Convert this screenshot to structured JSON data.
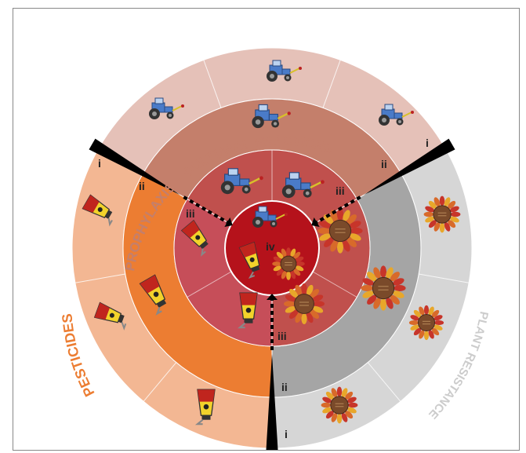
{
  "titles": {
    "prophylaxis": "PROPHYLAXIS – CULTURAL PRACTICES",
    "pesticides": "PESTICIDES",
    "plant_resistance": "PLANT RESISTANCE"
  },
  "levels": {
    "i": "i",
    "ii": "ii",
    "iii": "iii",
    "iv": "iv"
  },
  "colors": {
    "prophylaxis_i": "#e5c1b8",
    "prophylaxis_ii": "#c47f6b",
    "prophylaxis_iii": "#c0504d",
    "pesticides_i": "#f3b793",
    "pesticides_ii": "#ec7d32",
    "pesticides_iii": "#c64e59",
    "resistance_i": "#d6d6d6",
    "resistance_ii": "#a5a5a5",
    "resistance_iii": "#c0504d",
    "center_iv": "#b5121b",
    "prophylaxis_title": "#c47f6b",
    "pesticides_title": "#ec7d32",
    "resistance_title": "#cccccc"
  },
  "icons": [
    "tractor-icon",
    "sprayer-icon",
    "sunflower-icon"
  ]
}
